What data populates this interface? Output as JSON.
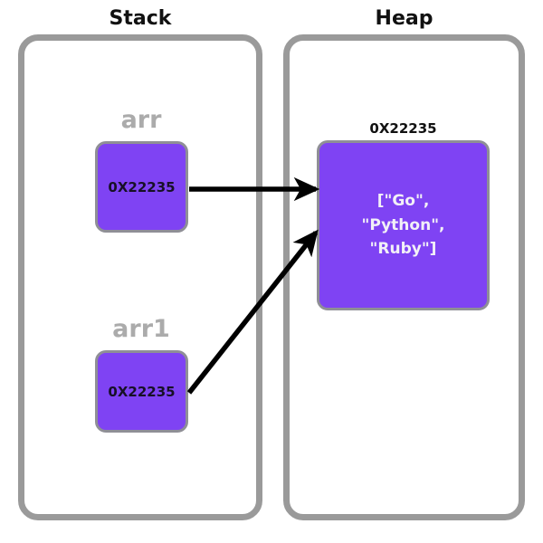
{
  "regions": {
    "stack": {
      "title": "Stack",
      "variables": [
        {
          "name": "arr",
          "value": "0X22235"
        },
        {
          "name": "arr1",
          "value": "0X22235"
        }
      ]
    },
    "heap": {
      "title": "Heap",
      "address": "0X22235",
      "value": "[\"Go\",\n\"Python\",\n\"Ruby\"]"
    }
  },
  "arrows": [
    {
      "name": "arr-to-heap",
      "from": "arr-cell",
      "to": "heap-cell"
    },
    {
      "name": "arr1-to-heap",
      "from": "arr1-cell",
      "to": "heap-cell"
    }
  ],
  "colors": {
    "cell_fill": "#7f43f3",
    "cell_border": "#8f8f96",
    "region_border": "#9a9a9a",
    "var_label": "#ababab",
    "heap_text": "#f2f0f7",
    "arrow": "#000000",
    "background": "#ffffff"
  }
}
